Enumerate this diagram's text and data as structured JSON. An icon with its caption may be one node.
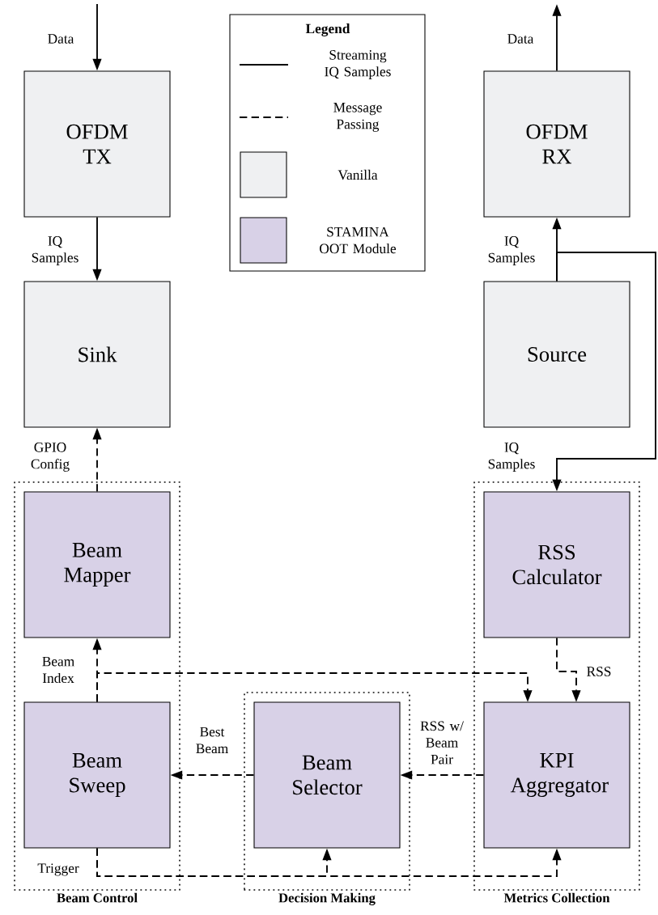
{
  "diagram": {
    "nodes": [
      {
        "text": [
          "OFDM TX"
        ]
      },
      {
        "text": [
          "Sink"
        ]
      },
      {
        "text": [
          "OFDM RX"
        ]
      },
      {
        "text": [
          "Source"
        ]
      },
      {
        "text": [
          "Beam Control"
        ]
      },
      {
        "text": [
          "Beam Mapper"
        ],
        "in": 4
      },
      {
        "text": [
          "Beam Sweep"
        ],
        "in": 4
      },
      {
        "text": [
          "Decision Making"
        ]
      },
      {
        "text": [
          "Beam Selector"
        ],
        "in": 7
      },
      {
        "text": [
          "Metrics Collection"
        ]
      },
      {
        "text": [
          "RSS Calculator"
        ],
        "in": 9
      },
      {
        "text": [
          "KPI Aggregator"
        ],
        "in": 9
      }
    ],
    "edges": [
      {
        "from": null,
        "to": 0,
        "arrow": "to",
        "label": "Data"
      },
      {
        "from": 0,
        "to": 1,
        "arrow": "to",
        "label": "IQ Samples"
      },
      {
        "from": 2,
        "to": null,
        "arrow": "to",
        "label": "Data"
      },
      {
        "from": 3,
        "to": 2,
        "arrow": "to",
        "label": "IQ Samples"
      },
      {
        "from": 3,
        "to": 10,
        "arrow": "to",
        "label": "IQ Samples"
      },
      {
        "from": 5,
        "to": 1,
        "arrow": "to",
        "label": "GPIO Config",
        "style": "dashed"
      },
      {
        "from": 6,
        "to": 5,
        "arrow": "to",
        "label": "Beam Index",
        "style": "dashed"
      },
      {
        "from": 6,
        "to": 11,
        "arrow": "to",
        "style": "dashed"
      },
      {
        "from": 10,
        "to": 11,
        "arrow": "to",
        "label": "RSS",
        "style": "dashed"
      },
      {
        "from": 11,
        "to": 8,
        "arrow": "to",
        "label": "RSS w/ Beam Pair",
        "style": "dashed"
      },
      {
        "from": 8,
        "to": 6,
        "arrow": "to",
        "label": "Best Beam",
        "style": "dashed"
      },
      {
        "from": 6,
        "to": 8,
        "arrow": "to",
        "label": "Trigger",
        "style": "dashed"
      },
      {
        "from": 6,
        "to": 11,
        "arrow": "to",
        "style": "dashed"
      }
    ],
    "labels": [
      "Legend"
    ],
    "legend": [
      {
        "text": "Streaming IQ Samples"
      },
      {
        "text": "Message Passing"
      },
      {
        "text": "Vanilla",
        "color": "#eff0f2"
      },
      {
        "text": "STAMINA OOT Module",
        "color": "#d8d1e7"
      }
    ]
  }
}
